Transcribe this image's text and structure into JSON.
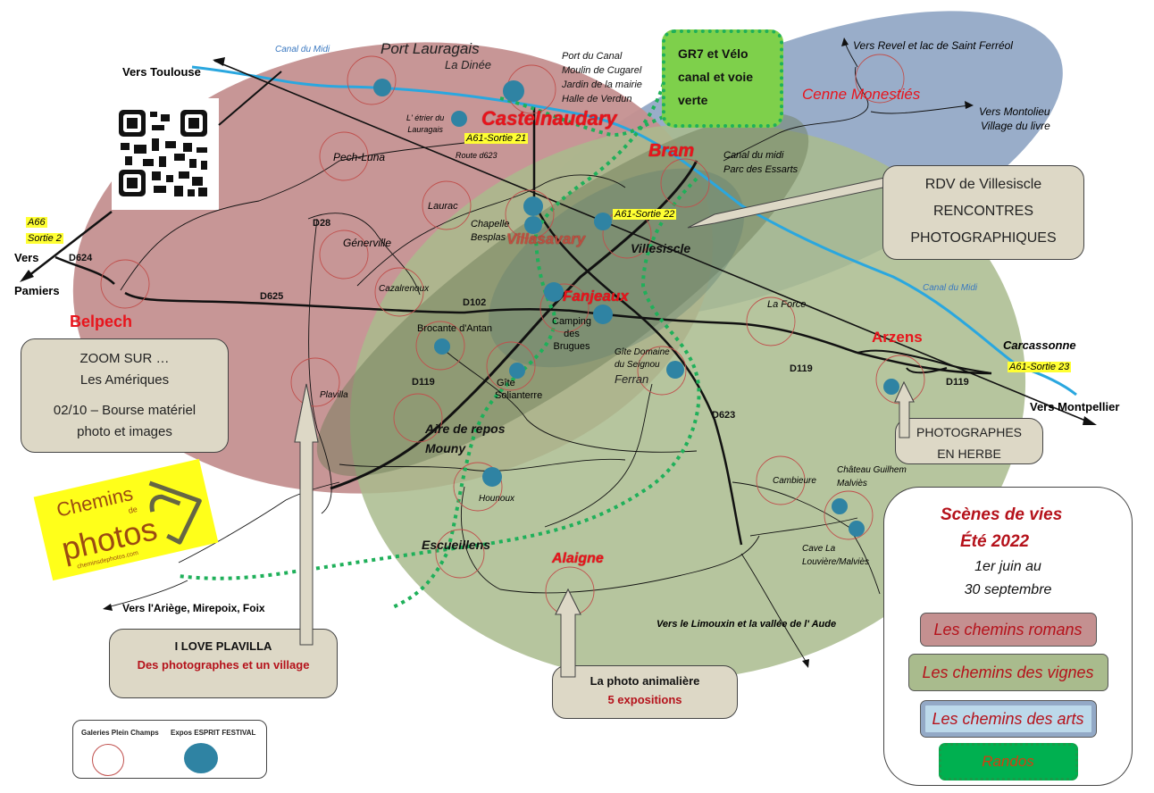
{
  "zones": [
    {
      "name": "Les chemins romans",
      "color": "#c49090"
    },
    {
      "name": "Les chemins des vignes",
      "color": "#a9bb8d"
    },
    {
      "name": "Les chemins des arts",
      "color": "#93a9c6"
    }
  ],
  "directions": {
    "toulouse": "Vers Toulouse",
    "pamiers_1": "Vers",
    "pamiers_2": "Pamiers",
    "a66_1": "A66",
    "a66_2": "Sortie 2",
    "revel": "Vers Revel et lac de Saint  Ferréol",
    "montolieu_1": "Vers Montolieu",
    "montolieu_2": "Village du livre",
    "montpellier": "Vers Montpellier",
    "ariege": "Vers l'Ariège,  Mirepoix,  Foix",
    "limouxin": "Vers le  Limouxin  et la vallée de l' Aude"
  },
  "canal": [
    "Canal du Midi",
    "Canal du Midi"
  ],
  "roads": {
    "d624": "D624",
    "d625": "D625",
    "d28": "D28",
    "d102": "D102",
    "d119_a": "D119",
    "d119_b": "D119",
    "d119_c": "D119",
    "d623": "D623",
    "route_d623": "Route d623",
    "a61_21": "A61-Sortie  21",
    "a61_22": "A61-Sortie  22",
    "a61_23": "A61-Sortie  23"
  },
  "towns": {
    "port_lauragais": "Port Lauragais",
    "la_dinee": "La Dinée",
    "port_canal": [
      "Port du Canal",
      "Moulin de Cugarel",
      "Jardin de la mairie",
      "Halle de Verdun"
    ],
    "etrier": [
      "L' étrier du",
      "Lauragais"
    ],
    "castelnaudary": "Castelnaudary",
    "bram": "Bram",
    "canal_midi_parc": [
      "Canal du midi",
      "Parc des Essarts"
    ],
    "cenne": "Cenne Monestiés",
    "pech_luna": "Pech-Luna",
    "laurac": "Laurac",
    "chapelle": [
      "Chapelle",
      "Besplas"
    ],
    "villasavary": "Villasavary",
    "villesiscle": "Villesiscle",
    "generville": "Génerville",
    "cazalrenoux": "Cazalrenoux",
    "belpech": "Belpech",
    "fanjeaux": "Fanjeaux",
    "camping": [
      "Camping",
      "des",
      "Brugues"
    ],
    "brocante": "Brocante  d'Antan",
    "gite_sol": [
      "Gîte",
      "Solianterre"
    ],
    "gite_seignou": [
      "Gîte Domaine",
      "du Seignou"
    ],
    "ferran": "Ferran",
    "la_force": "La Force",
    "arzens": "Arzens",
    "carcassonne": "Carcassonne",
    "plavilla": "Plavilla",
    "aire_repos": [
      "Aire de repos",
      "Mouny"
    ],
    "hounoux": "Hounoux",
    "escueillens": "Escueillens",
    "alaigne": "Alaigne",
    "cambieure": "Cambieure",
    "chateau": [
      "Château  Guilhem",
      "Malviès"
    ],
    "cave": [
      "Cave La",
      "Louvière/Malviès"
    ]
  },
  "callouts": {
    "gr7": [
      "GR7 et  Vélo",
      "canal et voie",
      "verte"
    ],
    "rdv": [
      "RDV de Villesiscle",
      "RENCONTRES",
      "PHOTOGRAPHIQUES"
    ],
    "zoom": [
      "ZOOM SUR …",
      "Les Amériques",
      "02/10 – Bourse matériel",
      "photo et images"
    ],
    "herbe": [
      "PHOTOGRAPHES",
      "EN HERBE"
    ],
    "plavilla": [
      "I LOVE PLAVILLA",
      "Des photographes et un village"
    ],
    "animaliere": [
      "La photo animalière",
      "5 expositions"
    ]
  },
  "logo": {
    "line1": "Chemins",
    "line2": "de",
    "line3": "photos",
    "url": "cheminsdephotos.com"
  },
  "legend_markers": {
    "galeries": "Galeries Plein Champs",
    "expos": "Expos ESPRIT FESTIVAL"
  },
  "info_panel": {
    "title": "Scènes de vies",
    "subtitle": "Été 2022",
    "dates_1": "1er juin au",
    "dates_2": "30 septembre",
    "items": [
      "Les chemins romans",
      "Les chemins des vignes",
      "Les chemins des arts",
      "Randos"
    ]
  },
  "colors": {
    "accent_red": "#e8141c",
    "dark_red": "#b5121b",
    "canal_blue": "#2aa7df",
    "expo_dot": "#2f83a3",
    "gallery_ring": "#c0504d",
    "rando_green": "#00b050",
    "gr7_green": "#7ed04b",
    "callout_beige": "#ddd8c6"
  }
}
